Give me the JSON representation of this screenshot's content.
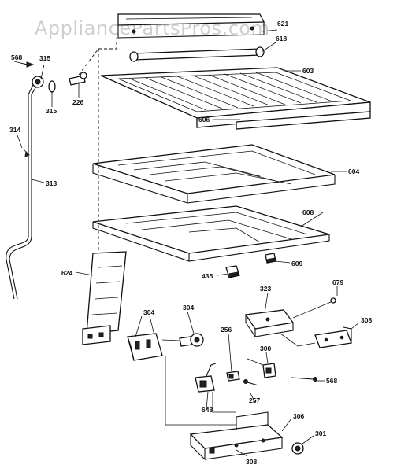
{
  "watermark": "AppliancePartsPros.com",
  "callouts": [
    {
      "name": "callout-621",
      "text": "621"
    },
    {
      "name": "callout-618",
      "text": "618"
    },
    {
      "name": "callout-603",
      "text": "603"
    },
    {
      "name": "callout-606",
      "text": "606"
    },
    {
      "name": "callout-604",
      "text": "604"
    },
    {
      "name": "callout-608",
      "text": "608"
    },
    {
      "name": "callout-609",
      "text": "609"
    },
    {
      "name": "callout-435",
      "text": "435"
    },
    {
      "name": "callout-568-top",
      "text": "568"
    },
    {
      "name": "callout-315-top",
      "text": "315"
    },
    {
      "name": "callout-315-bottom",
      "text": "315"
    },
    {
      "name": "callout-226",
      "text": "226"
    },
    {
      "name": "callout-314",
      "text": "314"
    },
    {
      "name": "callout-313",
      "text": "313"
    },
    {
      "name": "callout-624",
      "text": "624"
    },
    {
      "name": "callout-304-left",
      "text": "304"
    },
    {
      "name": "callout-304-right",
      "text": "304"
    },
    {
      "name": "callout-323",
      "text": "323"
    },
    {
      "name": "callout-679",
      "text": "679"
    },
    {
      "name": "callout-308-right",
      "text": "308"
    },
    {
      "name": "callout-256",
      "text": "256"
    },
    {
      "name": "callout-300",
      "text": "300"
    },
    {
      "name": "callout-568-bottom",
      "text": "568"
    },
    {
      "name": "callout-257",
      "text": "257"
    },
    {
      "name": "callout-648",
      "text": "648"
    },
    {
      "name": "callout-306",
      "text": "306"
    },
    {
      "name": "callout-301",
      "text": "301"
    },
    {
      "name": "callout-308-bottom",
      "text": "308"
    }
  ]
}
